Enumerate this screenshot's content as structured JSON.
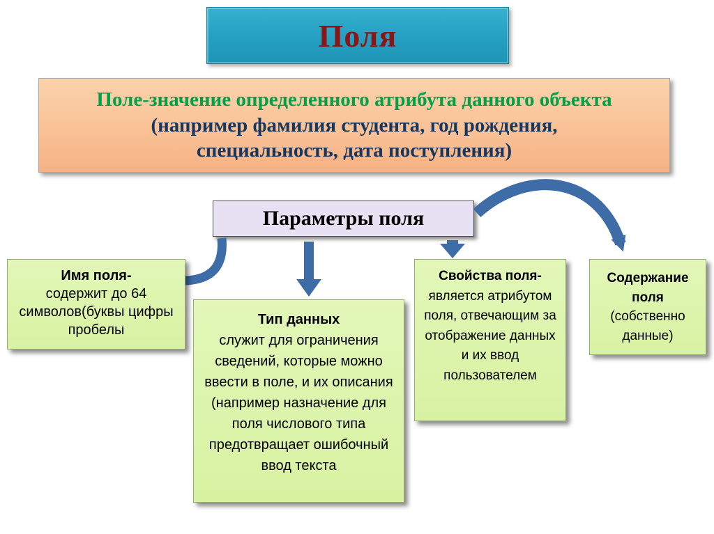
{
  "slide": {
    "title": "Поля",
    "definition": {
      "line1": "Поле-значение определенного атрибута данного объекта",
      "line2": "(например фамилия студента, год рождения, специальность, дата поступления)"
    },
    "params_label": "Параметры поля",
    "boxes": [
      {
        "title": "Имя поля-",
        "body": "содержит до 64 символов(буквы цифры пробелы"
      },
      {
        "title": "Тип данных",
        "body": "служит для ограничения сведений, которые можно ввести в поле, и их описания (например назначение для поля числового типа предотвращает ошибочный ввод текста"
      },
      {
        "title": "Свойства поля-",
        "body": "является атрибутом поля, отвечающим за отображение данных и их ввод пользователем"
      },
      {
        "title": "Содержание поля",
        "body": "(собственно данные)"
      }
    ],
    "arrows": [
      "curved-arrow-to-field-name",
      "down-arrow-to-data-type",
      "down-arrow-to-field-properties",
      "curved-arrow-to-field-content"
    ],
    "colors": {
      "title_bg": "#25a6c9",
      "title_text": "#8b1616",
      "definition_bg": "#f9c296",
      "definition_green_text": "#00a14b",
      "definition_navy_text": "#17375e",
      "params_bg": "#e7e1f3",
      "green_box_bg": "#d8f2a2",
      "arrow_blue": "#3e6ca6"
    }
  }
}
